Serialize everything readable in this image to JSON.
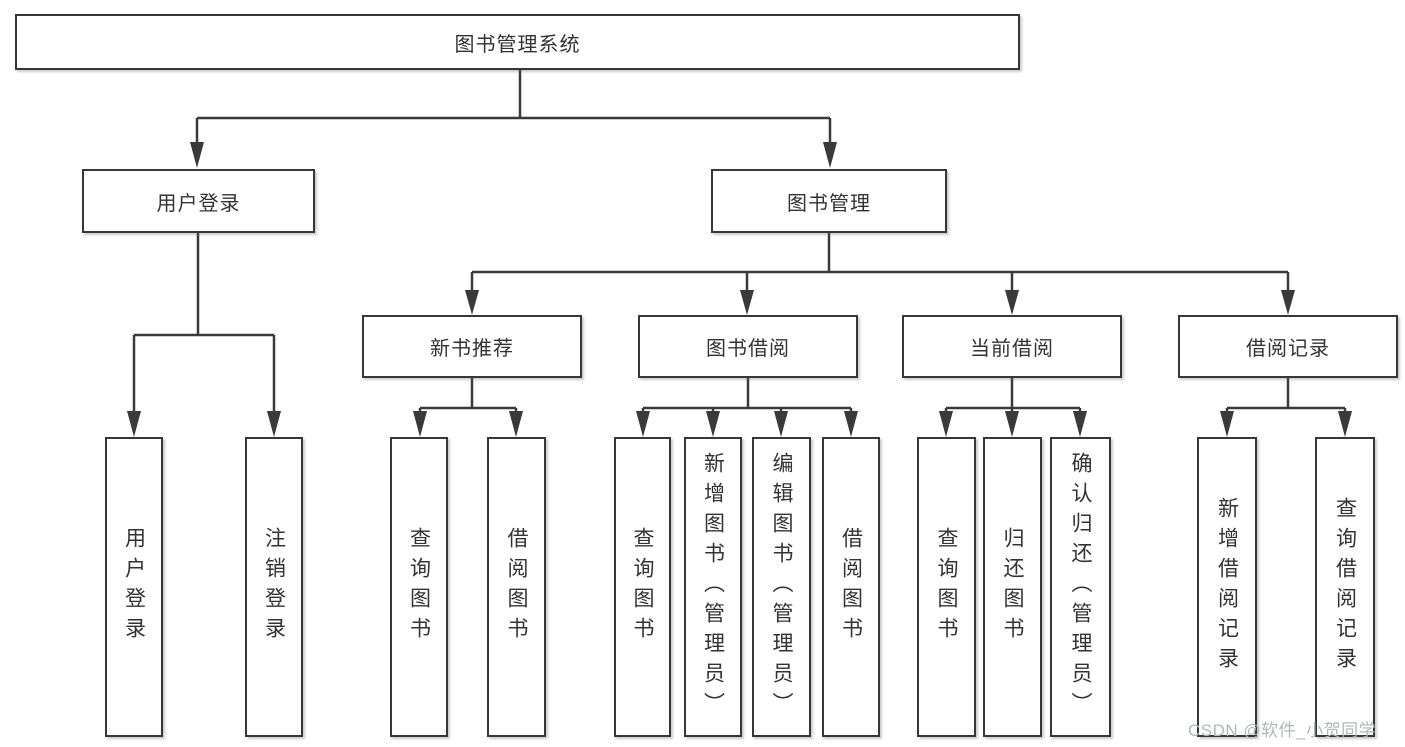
{
  "root": {
    "label": "图书管理系统"
  },
  "branches": [
    {
      "label": "用户登录",
      "leaves": [
        {
          "label": "用户登录"
        },
        {
          "label": "注销登录"
        }
      ]
    },
    {
      "label": "图书管理",
      "sections": [
        {
          "label": "新书推荐",
          "leaves": [
            {
              "label": "查询图书"
            },
            {
              "label": "借阅图书"
            }
          ]
        },
        {
          "label": "图书借阅",
          "leaves": [
            {
              "label": "查询图书"
            },
            {
              "label": "新增图书（管理员）"
            },
            {
              "label": "编辑图书（管理员）"
            },
            {
              "label": "借阅图书"
            }
          ]
        },
        {
          "label": "当前借阅",
          "leaves": [
            {
              "label": "查询图书"
            },
            {
              "label": "归还图书"
            },
            {
              "label": "确认归还（管理员）"
            }
          ]
        },
        {
          "label": "借阅记录",
          "leaves": [
            {
              "label": "新增借阅记录"
            },
            {
              "label": "查询借阅记录"
            }
          ]
        }
      ]
    }
  ],
  "watermark": {
    "text": "CSDN @软件_小贺同学"
  },
  "colors": {
    "line": "#3a3a3a",
    "box_border": "#373737",
    "box_fill": "#ffffff",
    "text": "#333333",
    "watermark": "#b2b7bc",
    "background": "#ffffff"
  }
}
